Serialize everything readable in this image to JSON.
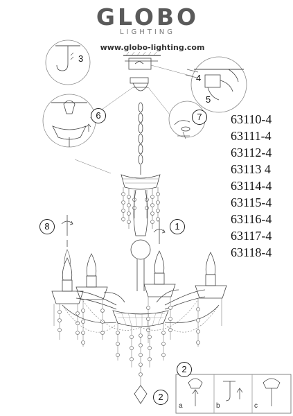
{
  "brand": {
    "name": "GLOBO",
    "subtitle": "LIGHTING",
    "url": "www.globo-lighting.com"
  },
  "models": [
    "63110-4",
    "63111-4",
    "63112-4",
    "63113 4",
    "63114-4",
    "63115-4",
    "63116-4",
    "63117-4",
    "63118-4"
  ],
  "steps": {
    "s1": "1",
    "s2_bottom": "2",
    "s2_detail": "2",
    "s3": "3",
    "s4": "4",
    "s5": "5",
    "s6": "6",
    "s7": "7",
    "s8": "8"
  },
  "substeps": [
    "a",
    "b",
    "c"
  ]
}
